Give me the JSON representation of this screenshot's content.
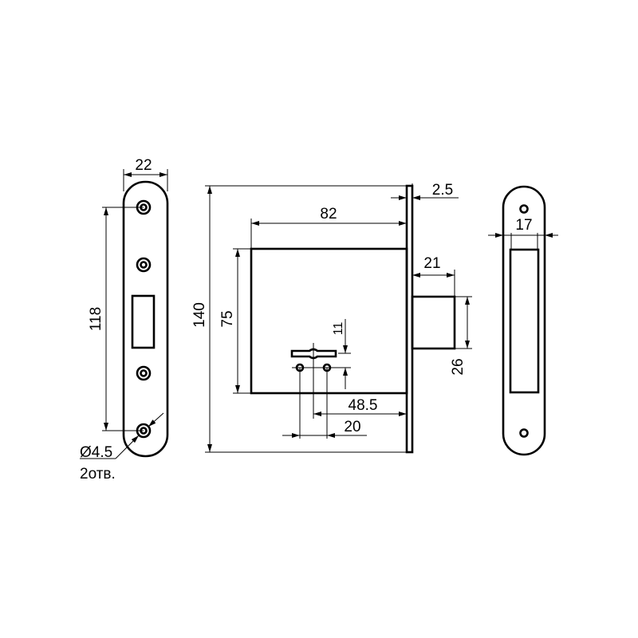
{
  "strike_plate_left": {
    "width_label": "22",
    "hole_spacing_label": "118",
    "hole_diameter_label": "Ø4.5",
    "hole_count_label": "2отв."
  },
  "lock_body": {
    "overall_height_label": "140",
    "body_depth_label": "82",
    "faceplate_thickness_label": "2.5",
    "body_height_label": "75",
    "bolt_throw_label": "21",
    "bolt_height_label": "26",
    "key_offset_label": "11",
    "backset_label": "48.5",
    "key_spacing_label": "20"
  },
  "faceplate_right": {
    "slot_width_label": "17"
  }
}
